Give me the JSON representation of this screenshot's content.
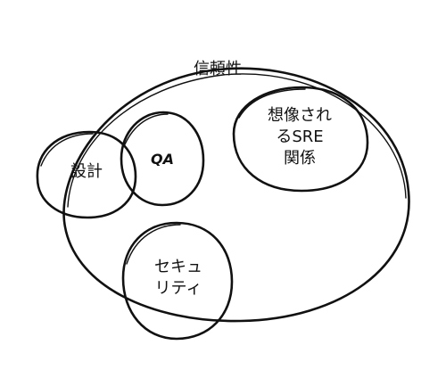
{
  "diagram": {
    "stroke_color": "#111111",
    "background": "#ffffff",
    "labels": {
      "outer": "信頼性",
      "design": "設計",
      "qa": "QA",
      "sre_line1": "想像され",
      "sre_line2": "るSRE",
      "sre_line3": "関係",
      "security_line1": "セキュ",
      "security_line2": "リティ"
    }
  }
}
